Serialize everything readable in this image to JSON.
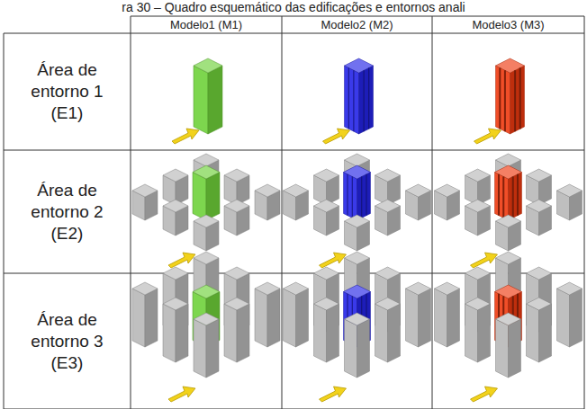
{
  "diagram": {
    "caption": "ra 30 – Quadro esquemático das edificações e entornos anali",
    "labels": [
      "Modelo1 (M1)",
      "Modelo2 (M2)",
      "Modelo3 (M3)",
      "Área de entorno 1 (E1)",
      "Área de entorno 2 (E2)",
      "Área de entorno 3 (E3)"
    ]
  }
}
